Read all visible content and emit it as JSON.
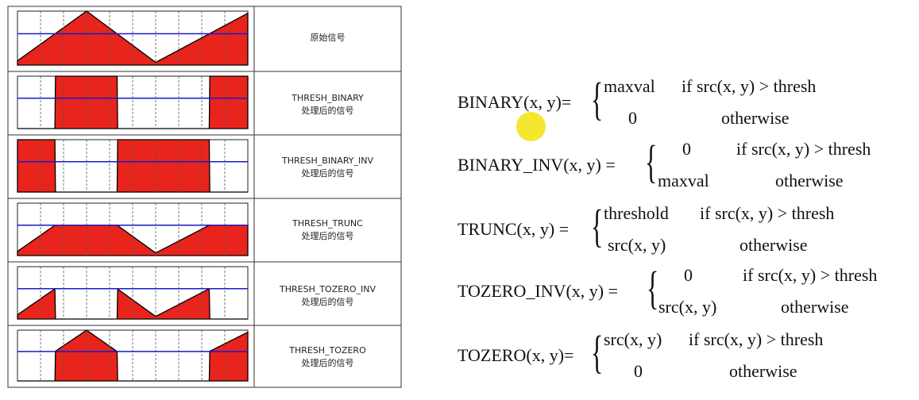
{
  "table": {
    "rows": [
      {
        "label_line1": "原始信号",
        "label_line2": ""
      },
      {
        "label_line1": "THRESH_BINARY",
        "label_line2": "处理后的信号"
      },
      {
        "label_line1": "THRESH_BINARY_INV",
        "label_line2": "处理后的信号"
      },
      {
        "label_line1": "THRESH_TRUNC",
        "label_line2": "处理后的信号"
      },
      {
        "label_line1": "THRESH_TOZERO_INV",
        "label_line2": "处理后的信号"
      },
      {
        "label_line1": "THRESH_TOZERO",
        "label_line2": "处理后的信号"
      }
    ],
    "colors": {
      "fill": "#e8241c",
      "threshold_line": "#1a1acc",
      "border": "#333333",
      "grid": "#555555"
    }
  },
  "formulas": [
    {
      "lhs": "BINARY(x, y)=",
      "case1_value": "maxval",
      "case1_cond": "if src(x, y) > thresh",
      "case2_value": "0",
      "case2_cond": "otherwise"
    },
    {
      "lhs": "BINARY_INV(x, y) =",
      "case1_value": "0",
      "case1_cond": "if src(x, y) > thresh",
      "case2_value": "maxval",
      "case2_cond": "otherwise"
    },
    {
      "lhs": "TRUNC(x, y) =",
      "case1_value": "threshold",
      "case1_cond": "if src(x, y) > thresh",
      "case2_value": "src(x, y)",
      "case2_cond": "otherwise"
    },
    {
      "lhs": "TOZERO_INV(x, y) =",
      "case1_value": "0",
      "case1_cond": "if src(x, y) > thresh",
      "case2_value": "src(x, y)",
      "case2_cond": "otherwise"
    },
    {
      "lhs": "TOZERO(x, y)=",
      "case1_value": "src(x, y)",
      "case1_cond": "if src(x, y) > thresh",
      "case2_value": "0",
      "case2_cond": "otherwise"
    }
  ]
}
